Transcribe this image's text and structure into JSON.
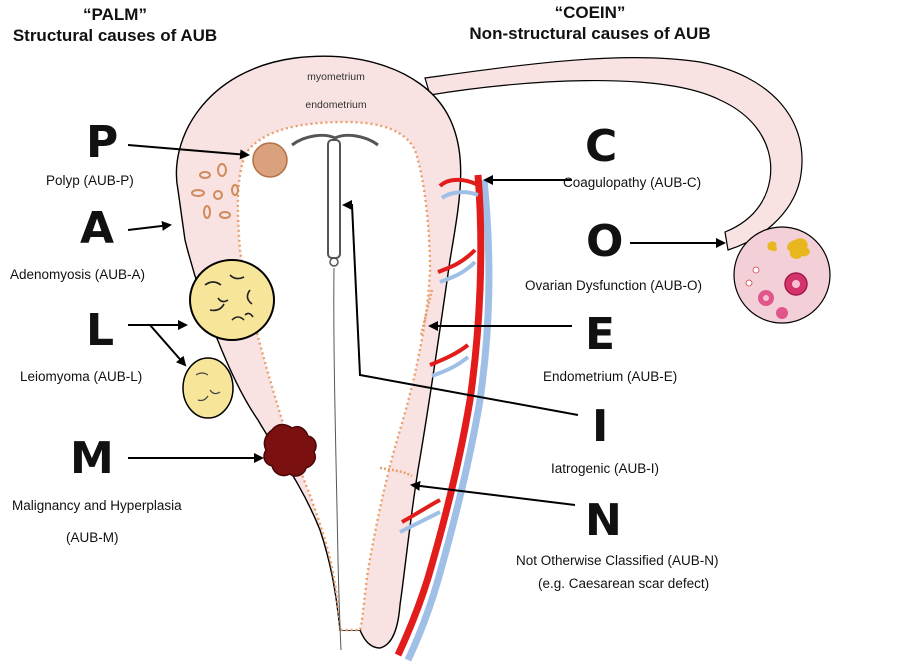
{
  "headers": {
    "palm_title": "“PALM”",
    "palm_subtitle": "Structural causes of AUB",
    "coein_title": "“COEIN”",
    "coein_subtitle": "Non-structural causes of AUB"
  },
  "anatomy": {
    "myometrium": "myometrium",
    "endometrium": "endometrium"
  },
  "palm": [
    {
      "letter": "P",
      "desc": "Polyp  (AUB-P)"
    },
    {
      "letter": "A",
      "desc": "Adenomyosis  (AUB-A)"
    },
    {
      "letter": "L",
      "desc": "Leiomyoma  (AUB-L)"
    },
    {
      "letter": "M",
      "desc": "Malignancy and Hyperplasia",
      "desc2": "(AUB-M)"
    }
  ],
  "coein": [
    {
      "letter": "C",
      "desc": "Coagulopathy  (AUB-C)"
    },
    {
      "letter": "O",
      "desc": "Ovarian Dysfunction  (AUB-O)"
    },
    {
      "letter": "E",
      "desc": "Endometrium  (AUB-E)"
    },
    {
      "letter": "I",
      "desc": "Iatrogenic  (AUB-I)"
    },
    {
      "letter": "N",
      "desc": "Not Otherwise Classified  (AUB-N)",
      "desc2": "(e.g. Caesarean scar defect)"
    }
  ],
  "colors": {
    "myometrium": "#f8e2e2",
    "endometrium_dots": "#f0b98a",
    "polyp": "#d9a27c",
    "fibroid": "#f7e69a",
    "malignancy": "#7a1010",
    "artery": "#e21b1b",
    "vein": "#9fbfe6",
    "ovary": "#f3d0d8",
    "outline": "#000000"
  }
}
